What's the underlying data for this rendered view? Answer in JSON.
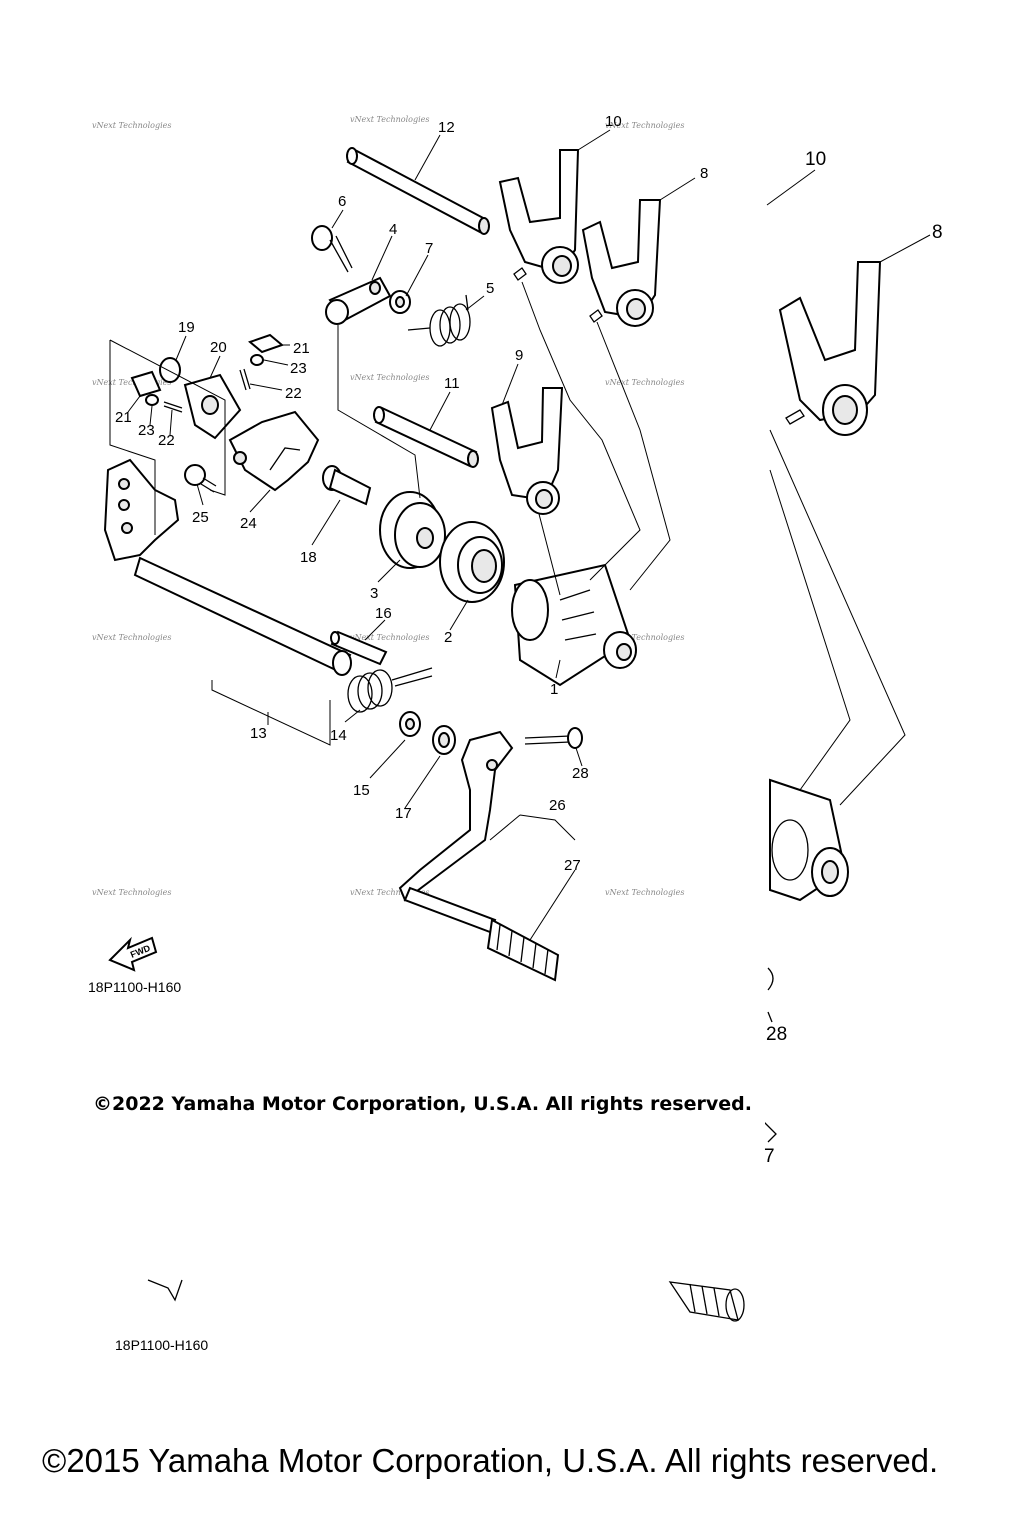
{
  "watermark": "vNext Technologies",
  "diagram_code_main": "18P1100-H160",
  "diagram_code_back": "18P1100-H160",
  "fwd_label": "FWD",
  "copyright_front": "©2022 Yamaha Motor Corporation, U.S.A. All rights reserved.",
  "copyright_back": "©2015 Yamaha Motor Corporation, U.S.A. All rights reserved.",
  "labels": {
    "p1": "1",
    "p2": "2",
    "p3": "3",
    "p4": "4",
    "p5": "5",
    "p6": "6",
    "p7": "7",
    "p8": "8",
    "p9": "9",
    "p10": "10",
    "p11": "11",
    "p12": "12",
    "p13": "13",
    "p14": "14",
    "p15": "15",
    "p16": "16",
    "p17": "17",
    "p18": "18",
    "p19": "19",
    "p20": "20",
    "p21a": "21",
    "p21b": "21",
    "p22a": "22",
    "p22b": "22",
    "p23a": "23",
    "p23b": "23",
    "p24": "24",
    "p25": "25",
    "p26": "26",
    "p27": "27",
    "p28": "28"
  },
  "back_labels": {
    "b10": "10",
    "b8": "8",
    "b28": "28",
    "b7": "7"
  }
}
